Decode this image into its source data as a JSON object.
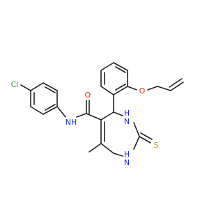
{
  "molecule": {
    "atoms": [
      {
        "id": "cl",
        "label": "Cl",
        "color": "#2e8b2e"
      },
      {
        "id": "nh_amide",
        "label": "NH",
        "color": "#1a2bd6"
      },
      {
        "id": "o_carbonyl",
        "label": "O",
        "color": "#e0261a"
      },
      {
        "id": "o_ether",
        "label": "O",
        "color": "#e0261a"
      },
      {
        "id": "n_ring_top",
        "label": "H",
        "color": "#1a2bd6"
      },
      {
        "id": "n_ring_top_n",
        "label": "N",
        "color": "#1a2bd6"
      },
      {
        "id": "n_ring_bot",
        "label": "H",
        "color": "#1a2bd6"
      },
      {
        "id": "n_ring_bot_n",
        "label": "N",
        "color": "#1a2bd6"
      },
      {
        "id": "s_thione",
        "label": "S",
        "color": "#b8a000"
      }
    ],
    "bond_color": "#222222"
  }
}
